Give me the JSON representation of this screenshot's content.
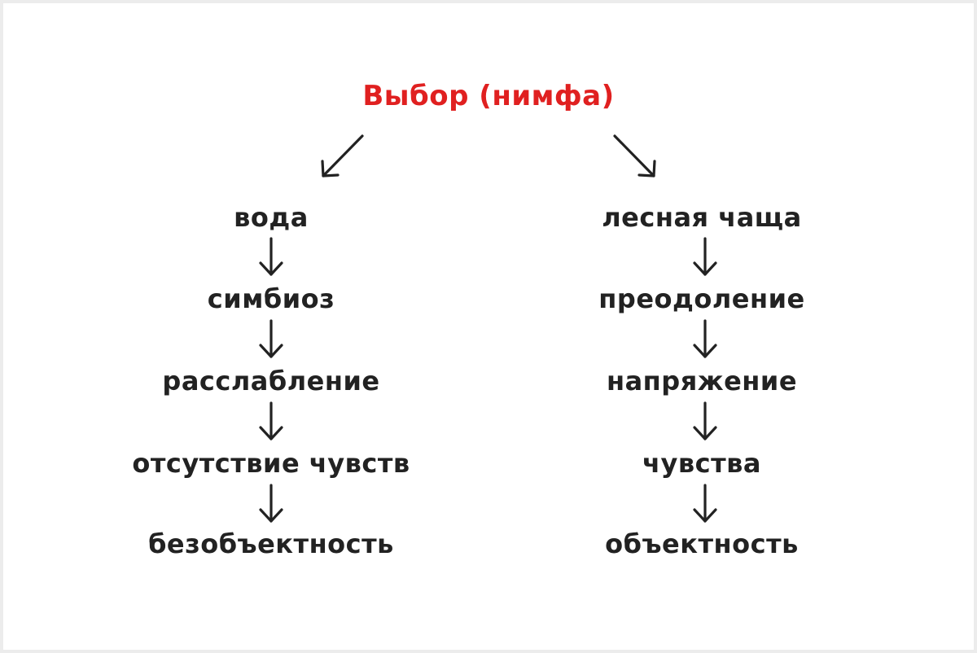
{
  "diagram": {
    "root": {
      "label": "Выбор (нимфа)"
    },
    "branches": [
      {
        "items": [
          "вода",
          "симбиоз",
          "расслабление",
          "отсутствие чувств",
          "безобъектность"
        ]
      },
      {
        "items": [
          "лесная чаща",
          "преодоление",
          "напряжение",
          "чувства",
          "объектность"
        ]
      }
    ]
  },
  "colors": {
    "root_text": "#e02020",
    "node_text": "#222222",
    "arrow": "#222222",
    "background": "#ffffff",
    "frame": "#ececec"
  }
}
